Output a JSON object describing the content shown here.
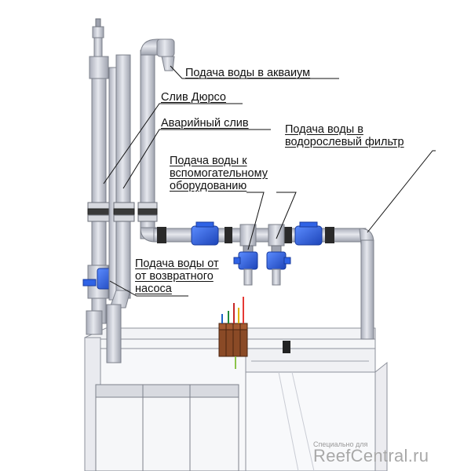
{
  "labels": {
    "aquarium_supply": "Подача воды в акваиум",
    "durso_drain": "Слив Дюрсо",
    "emergency_drain": "Аварийный слив",
    "algae_filter_supply": [
      "Подача воды в",
      "водорослевый фильтр"
    ],
    "aux_equipment_supply": [
      "Подача воды к",
      "вспомогательному",
      "оборудованию"
    ],
    "return_pump_supply": [
      "Подача воды от",
      "от возвратного",
      "насоса"
    ]
  },
  "watermark": {
    "caption": "Специально для",
    "site": "ReefCentral.ru"
  },
  "colors": {
    "pipe": "#c9ccd6",
    "valve": "#2f63e6",
    "connector": "#1e1e1e",
    "heater_box": "#8a4a26"
  }
}
